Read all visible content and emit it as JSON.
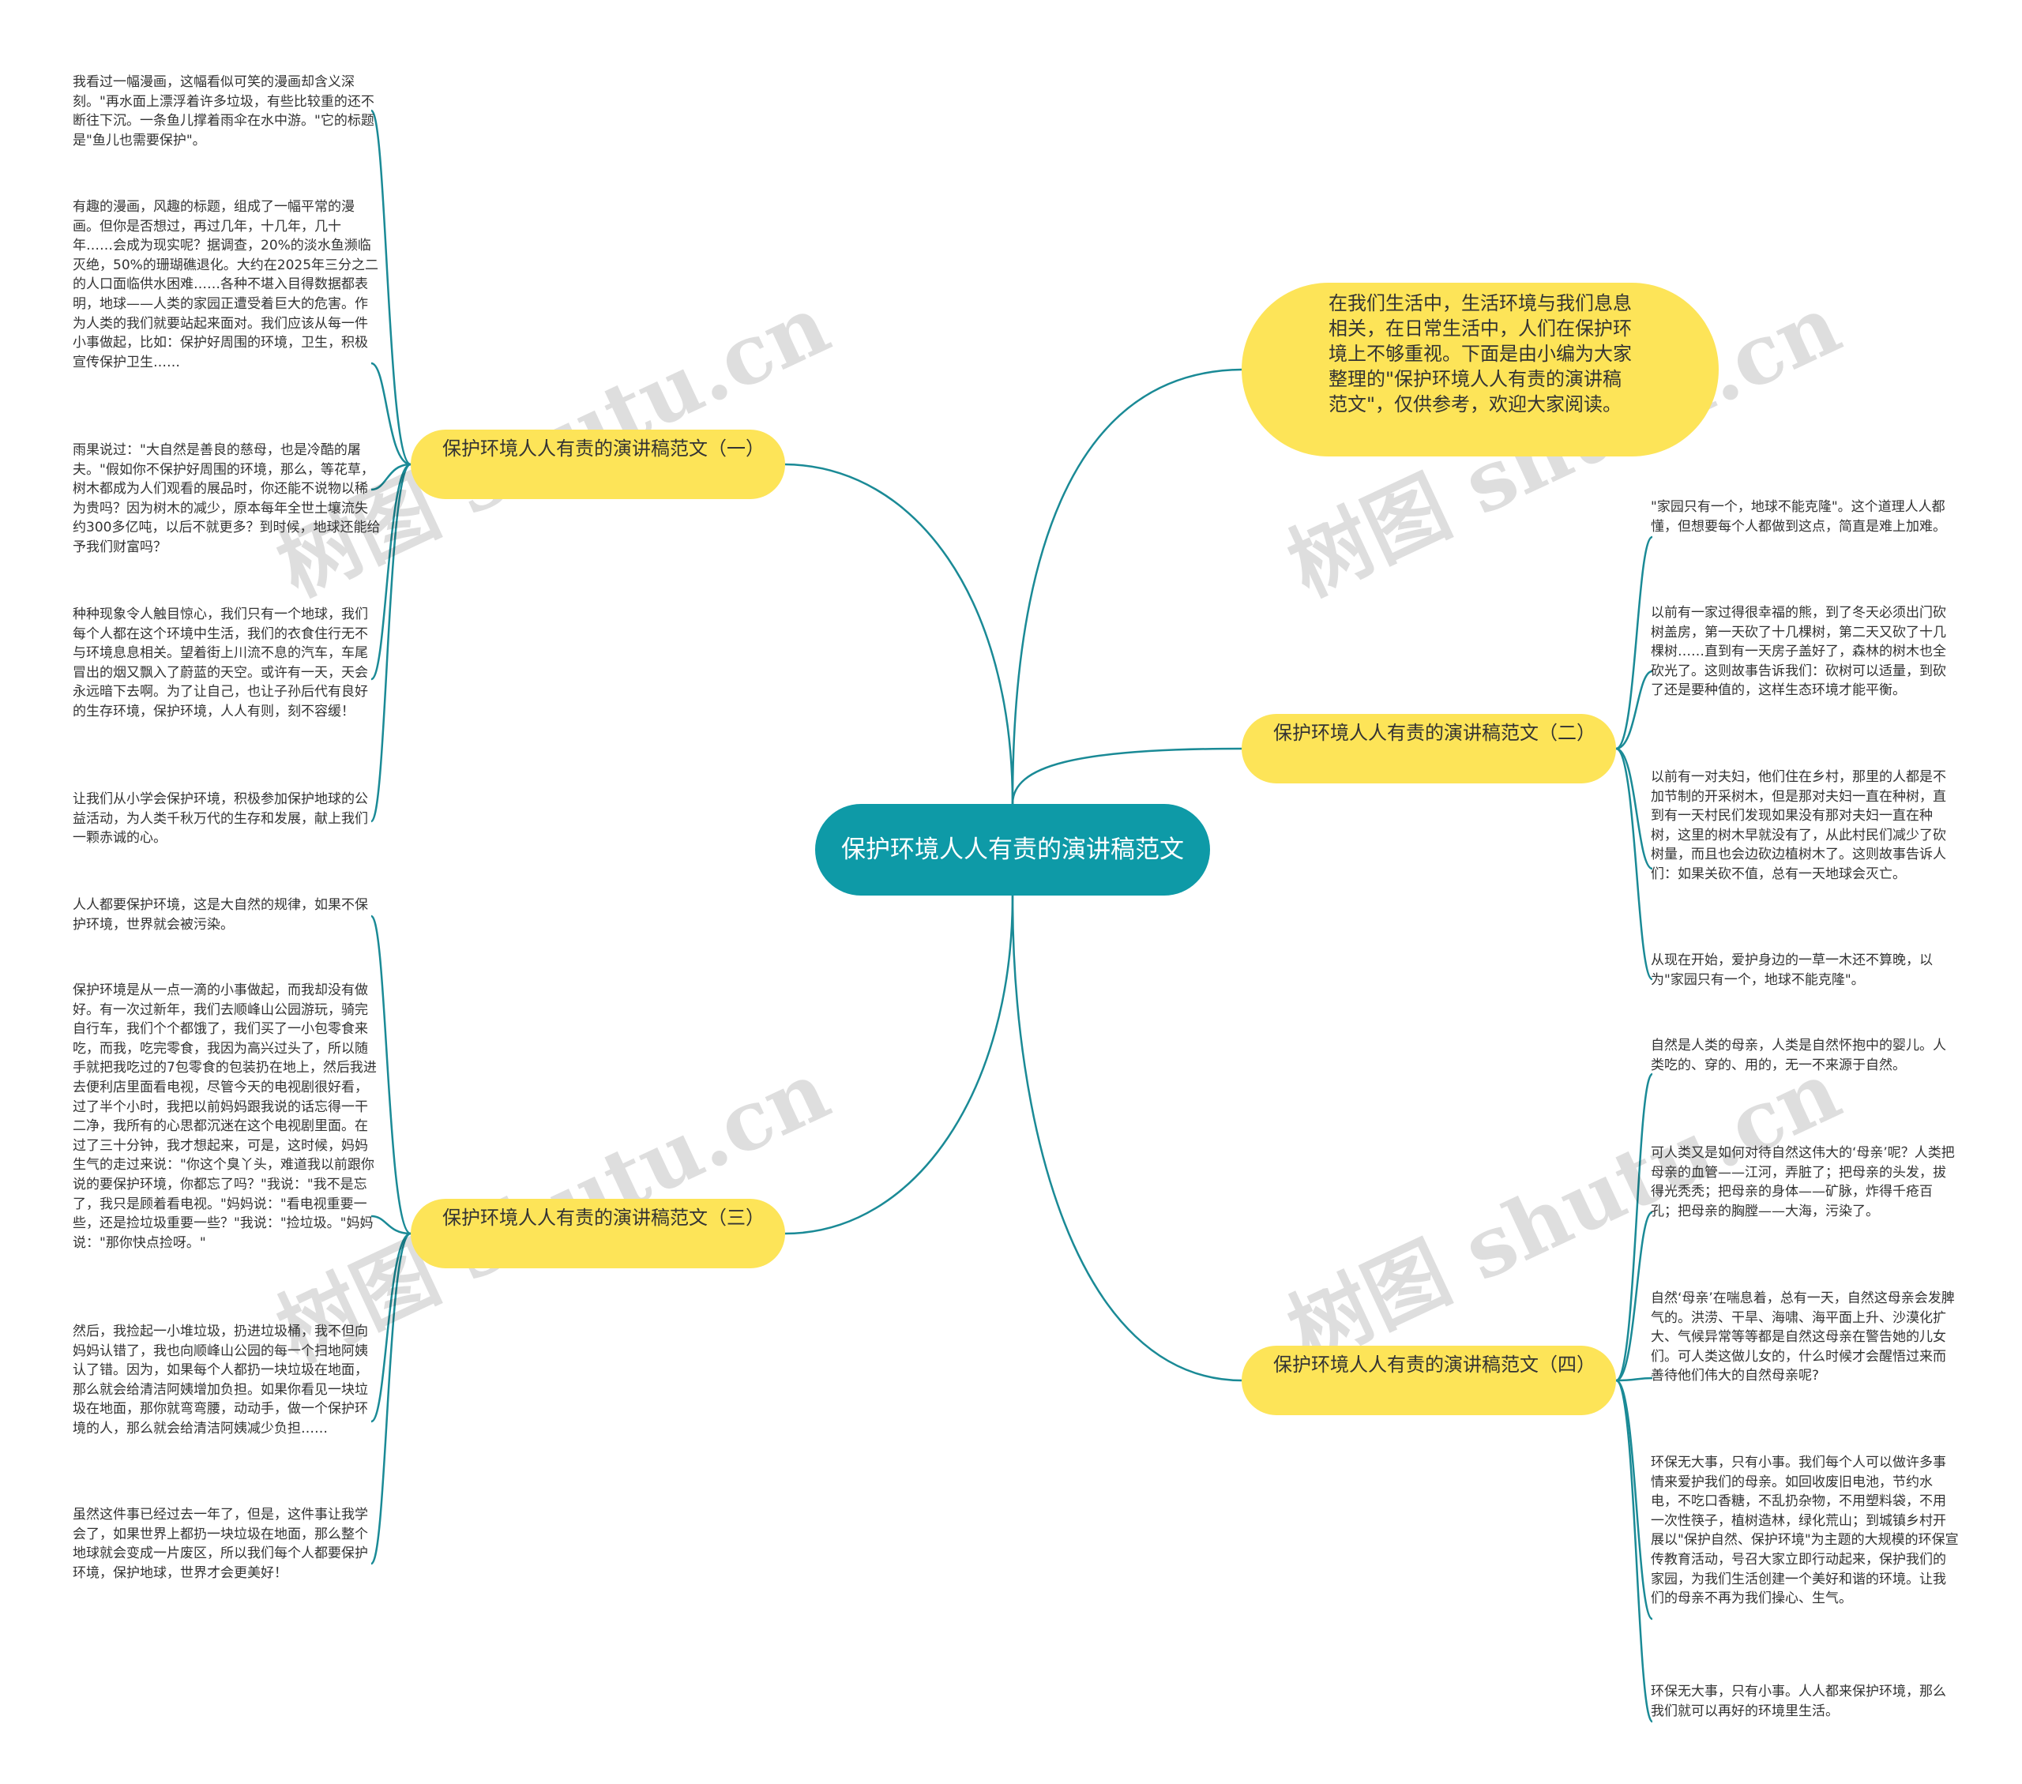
{
  "root": {
    "title": "保护环境人人有责的演讲稿范文"
  },
  "intro": "在我们生活中，生活环境与我们息息相关，在日常生活中，人们在保护环境上不够重视。下面是由小编为大家整理的\"保护环境人人有责的演讲稿范文\"，仅供参考，欢迎大家阅读。",
  "branches": [
    {
      "title": "保护环境人人有责的演讲稿范文（一）",
      "leaves": [
        "我看过一幅漫画，这幅看似可笑的漫画却含义深刻。\"再水面上漂浮着许多垃圾，有些比较重的还不断往下沉。一条鱼儿撑着雨伞在水中游。\"它的标题是\"鱼儿也需要保护\"。",
        "有趣的漫画，风趣的标题，组成了一幅平常的漫画。但你是否想过，再过几年，十几年，几十年……会成为现实呢？据调查，20%的淡水鱼濒临灭绝，50%的珊瑚礁退化。大约在2025年三分之二的人口面临供水困难……各种不堪入目得数据都表明，地球——人类的家园正遭受着巨大的危害。作为人类的我们就要站起来面对。我们应该从每一件小事做起，比如：保护好周围的环境，卫生，积极宣传保护卫生……",
        "雨果说过：\"大自然是善良的慈母，也是冷酷的屠夫。\"假如你不保护好周围的环境，那么，等花草，树木都成为人们观看的展品时，你还能不说物以稀为贵吗？因为树木的减少，原本每年全世土壤流失约300多亿吨，以后不就更多？到时候，地球还能给予我们财富吗？",
        "种种现象令人触目惊心，我们只有一个地球，我们每个人都在这个环境中生活，我们的衣食住行无不与环境息息相关。望着街上川流不息的汽车，车尾冒出的烟又飘入了蔚蓝的天空。或许有一天，天会永远暗下去啊。为了让自己，也让子孙后代有良好的生存环境，保护环境，人人有则，刻不容缓！",
        "让我们从小学会保护环境，积极参加保护地球的公益活动，为人类千秋万代的生存和发展，献上我们一颗赤诚的心。"
      ]
    },
    {
      "title": "保护环境人人有责的演讲稿范文（二）",
      "leaves": [
        "\"家园只有一个，地球不能克隆\"。这个道理人人都懂，但想要每个人都做到这点，简直是难上加难。",
        "以前有一家过得很幸福的熊，到了冬天必须出门砍树盖房，第一天砍了十几棵树，第二天又砍了十几棵树……直到有一天房子盖好了，森林的树木也全砍光了。这则故事告诉我们：砍树可以适量，到砍了还是要种值的，这样生态环境才能平衡。",
        "以前有一对夫妇，他们住在乡村，那里的人都是不加节制的开采树木，但是那对夫妇一直在种树，直到有一天村民们发现如果没有那对夫妇一直在种树，这里的树木早就没有了，从此村民们减少了砍树量，而且也会边砍边植树木了。这则故事告诉人们：如果关砍不值，总有一天地球会灭亡。",
        "从现在开始，爱护身边的一草一木还不算晚，以为\"家园只有一个，地球不能克隆\"。"
      ]
    },
    {
      "title": "保护环境人人有责的演讲稿范文（三）",
      "leaves": [
        "人人都要保护环境，这是大自然的规律，如果不保护环境，世界就会被污染。",
        "保护环境是从一点一滴的小事做起，而我却没有做好。有一次过新年，我们去顺峰山公园游玩，骑完自行车，我们个个都饿了，我们买了一小包零食来吃，而我，吃完零食，我因为高兴过头了，所以随手就把我吃过的7包零食的包装扔在地上，然后我进去便利店里面看电视，尽管今天的电视剧很好看，过了半个小时，我把以前妈妈跟我说的话忘得一干二净，我所有的心思都沉迷在这个电视剧里面。在过了三十分钟，我才想起来，可是，这时候，妈妈生气的走过来说：\"你这个臭丫头，难道我以前跟你说的要保护环境，你都忘了吗？\"我说：\"我不是忘了，我只是顾着看电视。\"妈妈说：\"看电视重要一些，还是捡垃圾重要一些？\"我说：\"捡垃圾。\"妈妈说：\"那你快点捡呀。\"",
        "然后，我捡起一小堆垃圾，扔进垃圾桶，我不但向妈妈认错了，我也向顺峰山公园的每一个扫地阿姨认了错。因为，如果每个人都扔一块垃圾在地面，那么就会给清洁阿姨增加负担。如果你看见一块垃圾在地面，那你就弯弯腰，动动手，做一个保护环境的人，那么就会给清洁阿姨减少负担……",
        "虽然这件事已经过去一年了，但是，这件事让我学会了，如果世界上都扔一块垃圾在地面，那么整个地球就会变成一片废区，所以我们每个人都要保护环境，保护地球，世界才会更美好！"
      ]
    },
    {
      "title": "保护环境人人有责的演讲稿范文（四）",
      "leaves": [
        "自然是人类的母亲，人类是自然怀抱中的婴儿。人类吃的、穿的、用的，无一不来源于自然。",
        "可人类又是如何对待自然这伟大的‘母亲’呢？人类把母亲的血管——江河，弄脏了；把母亲的头发，拔得光秃秃；把母亲的身体——矿脉，炸得千疮百孔；把母亲的胸膛——大海，污染了。",
        "自然‘母亲’在喘息着，总有一天，自然这母亲会发脾气的。洪涝、干旱、海啸、海平面上升、沙漠化扩大、气候异常等等都是自然这母亲在警告她的儿女们。可人类这做儿女的，什么时候才会醒悟过来而善待他们伟大的自然母亲呢?",
        "环保无大事，只有小事。我们每个人可以做许多事情来爱护我们的母亲。如回收废旧电池，节约水电，不吃口香糖，不乱扔杂物，不用塑料袋，不用一次性筷子，植树造林，绿化荒山；到城镇乡村开展以\"保护自然、保护环境\"为主题的大规模的环保宣传教育活动，号召大家立即行动起来，保护我们的家园，为我们生活创建一个美好和谐的环境。让我们的母亲不再为我们操心、生气。",
        "环保无大事，只有小事。人人都来保护环境，那么我们就可以再好的环境里生活。"
      ]
    }
  ],
  "watermarks": [
    "树图 shutu.cn",
    "树图 shutu.cn",
    "树图 shutu.cn",
    "树图 shutu.cn"
  ],
  "colors": {
    "root_fill": "#0e9aa7",
    "branch_fill": "#fde458",
    "link": "#1a8a96",
    "text": "#333333"
  }
}
